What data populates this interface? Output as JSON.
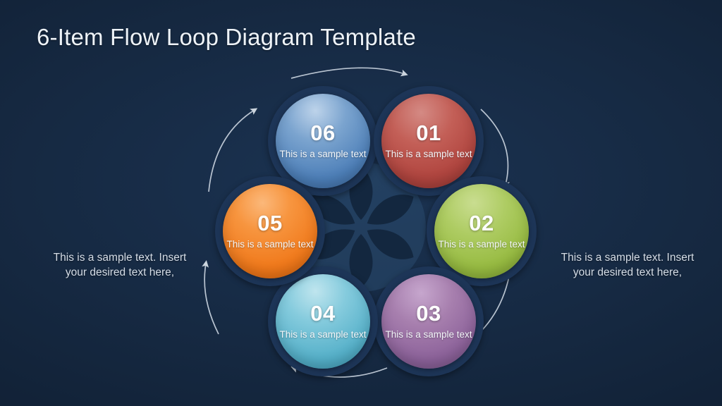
{
  "slide": {
    "title": "6-Item Flow Loop Diagram Template",
    "background_color": "#152841",
    "accent_ring_color": "#1d3557"
  },
  "captions": {
    "left": "This is a sample text. Insert your desired text here,",
    "right": "This is a sample text. Insert your desired text here,"
  },
  "diagram": {
    "type": "flow-loop",
    "direction": "clockwise",
    "item_count": 6,
    "items": [
      {
        "number": "01",
        "caption": "This is a sample text",
        "color": "#b0453f",
        "color_name": "red",
        "position": "top-right"
      },
      {
        "number": "02",
        "caption": "This is a sample text",
        "color": "#96ba40",
        "color_name": "green",
        "position": "right"
      },
      {
        "number": "03",
        "caption": "This is a sample text",
        "color": "#8c629a",
        "color_name": "purple",
        "position": "bottom-right"
      },
      {
        "number": "04",
        "caption": "This is a sample text",
        "color": "#55b0c9",
        "color_name": "cyan",
        "position": "bottom-left"
      },
      {
        "number": "05",
        "caption": "This is a sample text",
        "color": "#f0791b",
        "color_name": "orange",
        "position": "left"
      },
      {
        "number": "06",
        "caption": "This is a sample text",
        "color": "#4d7fb8",
        "color_name": "blue",
        "position": "top-left"
      }
    ],
    "arrows": {
      "count": 6,
      "color": "#c9d2dc",
      "style": "curved-arc-with-triangle-head"
    }
  }
}
